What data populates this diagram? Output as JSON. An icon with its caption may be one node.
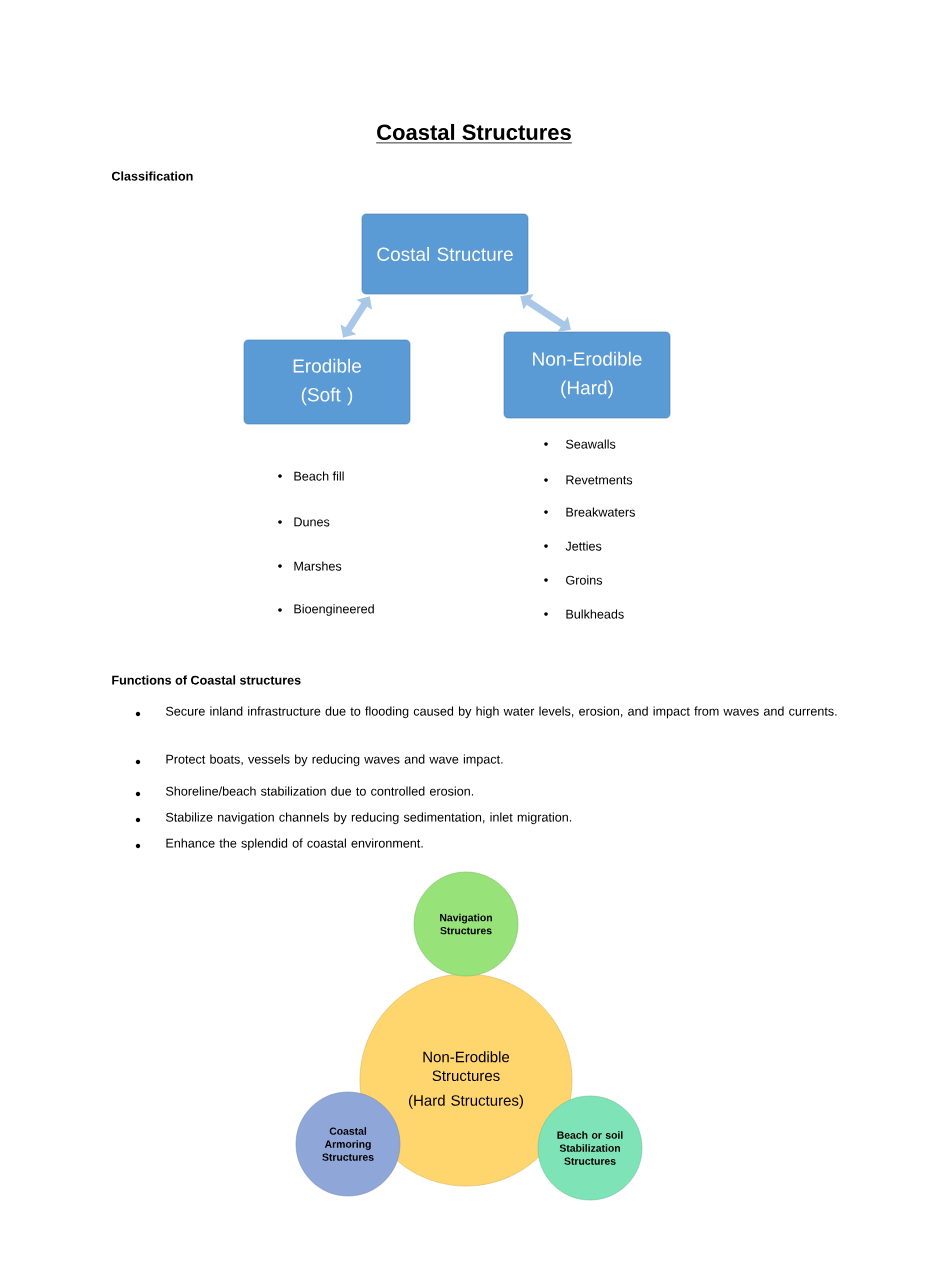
{
  "diagram": {
    "title": "Coastal Structures",
    "nodes": [
      {
        "text": [
          "Costal Structure"
        ]
      },
      {
        "text": [
          "Erodible",
          "(Soft )"
        ]
      },
      {
        "text": [
          "Non-Erodible",
          "(Hard)"
        ]
      },
      {
        "text": [
          "Non-Erodible Structures",
          "(Hard Structures)"
        ]
      },
      {
        "text": [
          "Navigation Structures"
        ]
      },
      {
        "text": [
          "Coastal Armoring Structures"
        ]
      },
      {
        "text": [
          "Beach or soil Stabilization Structures"
        ]
      }
    ],
    "edges": [
      {
        "from": 0,
        "to": 1,
        "arrow": "both"
      },
      {
        "from": 0,
        "to": 2,
        "arrow": "both"
      }
    ],
    "labels": [
      "Classification",
      "Seawalls",
      "Beach fill",
      "Revetments",
      "Breakwaters",
      "Dunes",
      "Jetties",
      "Marshes",
      "Groins",
      "Bioengineered",
      "Bulkheads",
      "Functions of Coastal structures",
      "Secure inland infrastructure due to flooding caused by high water levels, erosion, and impact from waves and currents.",
      "Protect boats, vessels by reducing waves and wave impact.",
      "Shoreline/beach stabilization due to controlled erosion.",
      "Stabilize navigation channels by reducing sedimentation, inlet migration.",
      "Enhance the splendid of coastal environment."
    ]
  }
}
